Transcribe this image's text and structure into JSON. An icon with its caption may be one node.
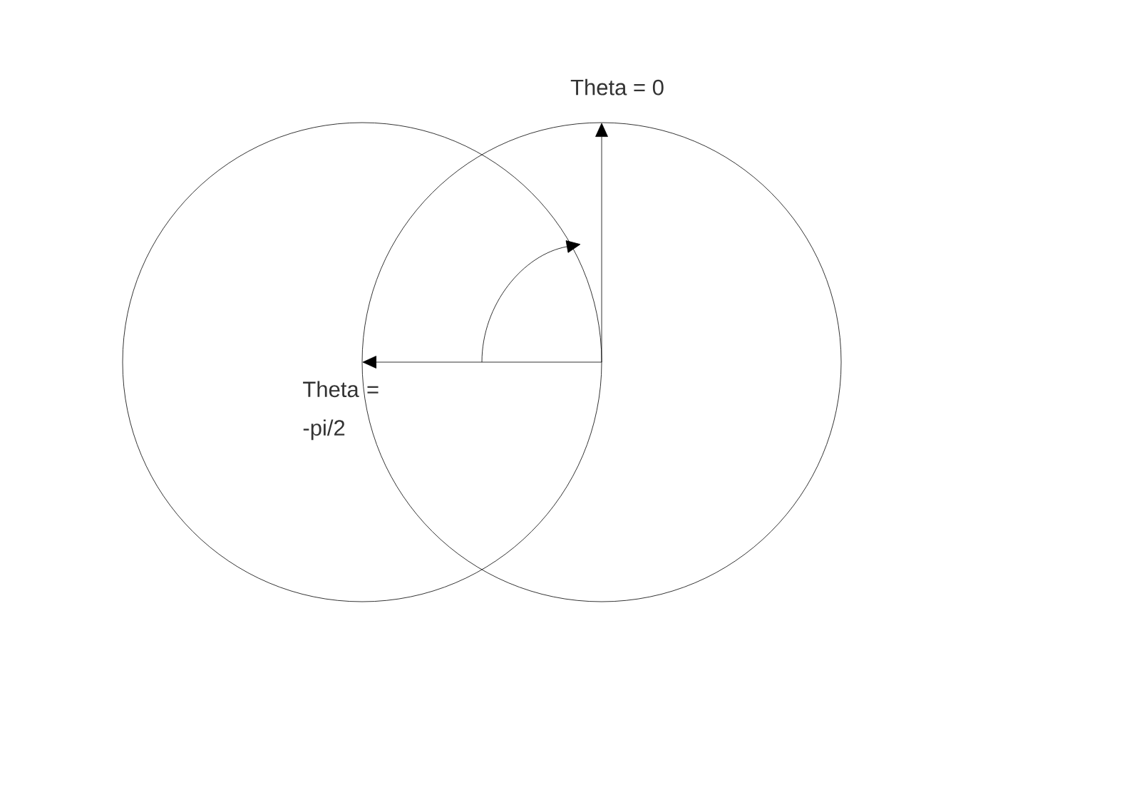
{
  "diagram": {
    "nodes": [
      {
        "text": [],
        "shape": "circle"
      },
      {
        "text": [],
        "shape": "circle"
      }
    ],
    "labels": [
      "Theta = 0",
      "Theta = -pi/2"
    ]
  }
}
